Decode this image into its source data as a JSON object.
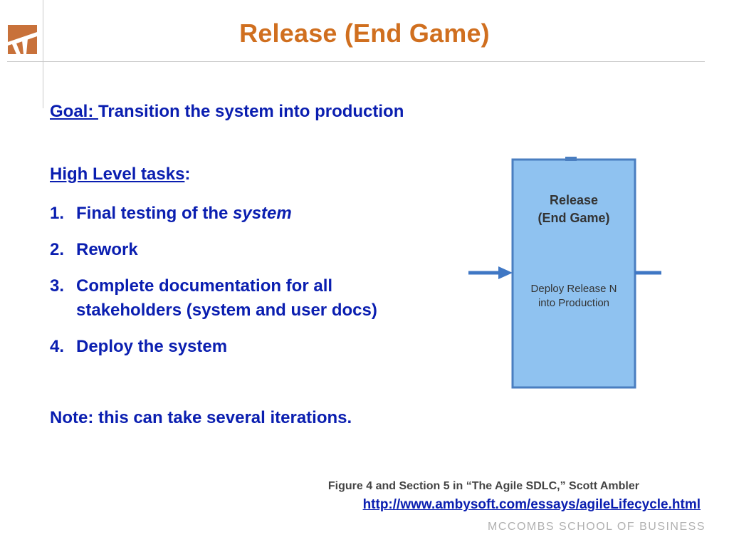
{
  "slide": {
    "title": "Release (End Game)",
    "goal": {
      "label": "Goal: ",
      "text": "Transition the system into production"
    },
    "high_level": {
      "label": "High Level tasks",
      "suffix": ":"
    },
    "tasks": [
      {
        "num": "1.",
        "text": "Final testing of the ",
        "emph": "system"
      },
      {
        "num": "2.",
        "text": "Rework",
        "emph": ""
      },
      {
        "num": "3.",
        "text": "Complete documentation for all stakeholders (system and user docs)",
        "emph": ""
      },
      {
        "num": "4.",
        "text": "Deploy the system",
        "emph": ""
      }
    ],
    "note": "Note: this can take several iterations.",
    "figure": {
      "title_line1": "Release",
      "title_line2": "(End Game)",
      "body_line1": "Deploy Release N",
      "body_line2": "into Production"
    },
    "caption": "Figure 4 and Section 5 in “The Agile SDLC,” Scott Ambler",
    "link": "http://www.ambysoft.com/essays/agileLifecycle.html",
    "school": "MCCOMBS SCHOOL OF BUSINESS"
  },
  "colors": {
    "title": "#d06f1f",
    "body": "#0a1eb0",
    "figure_fill": "#8fc2f0",
    "figure_stroke": "#4a7ec0",
    "arrow": "#3f77c4"
  }
}
